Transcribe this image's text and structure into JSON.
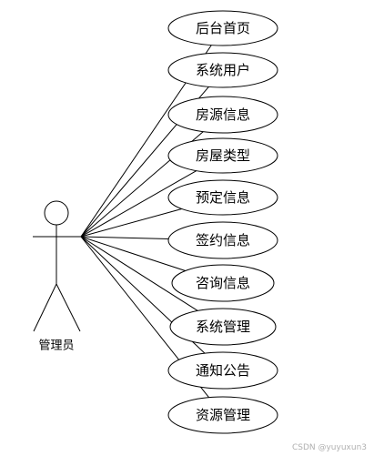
{
  "actor": {
    "name": "管理员"
  },
  "use_cases": [
    {
      "id": "uc-home",
      "label": "后台首页"
    },
    {
      "id": "uc-system-users",
      "label": "系统用户"
    },
    {
      "id": "uc-house-info",
      "label": "房源信息"
    },
    {
      "id": "uc-house-type",
      "label": "房屋类型"
    },
    {
      "id": "uc-booking-info",
      "label": "预定信息"
    },
    {
      "id": "uc-contract-info",
      "label": "签约信息"
    },
    {
      "id": "uc-inquiry-info",
      "label": "咨询信息"
    },
    {
      "id": "uc-system-management",
      "label": "系统管理"
    },
    {
      "id": "uc-notice",
      "label": "通知公告"
    },
    {
      "id": "uc-resource-management",
      "label": "资源管理"
    }
  ],
  "watermark": "CSDN @yuyuxun3"
}
